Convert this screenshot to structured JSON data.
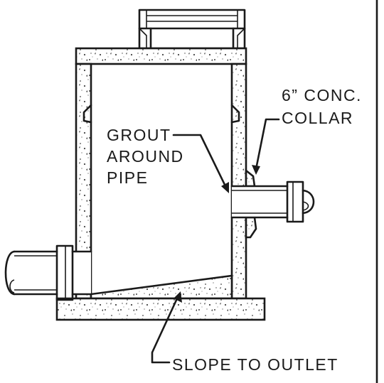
{
  "labels": {
    "collar_line1": "6” CONC.",
    "collar_line2": "COLLAR",
    "grout_line1": "GROUT",
    "grout_line2": "AROUND",
    "grout_line3": "PIPE",
    "slope": "SLOPE TO OUTLET"
  }
}
